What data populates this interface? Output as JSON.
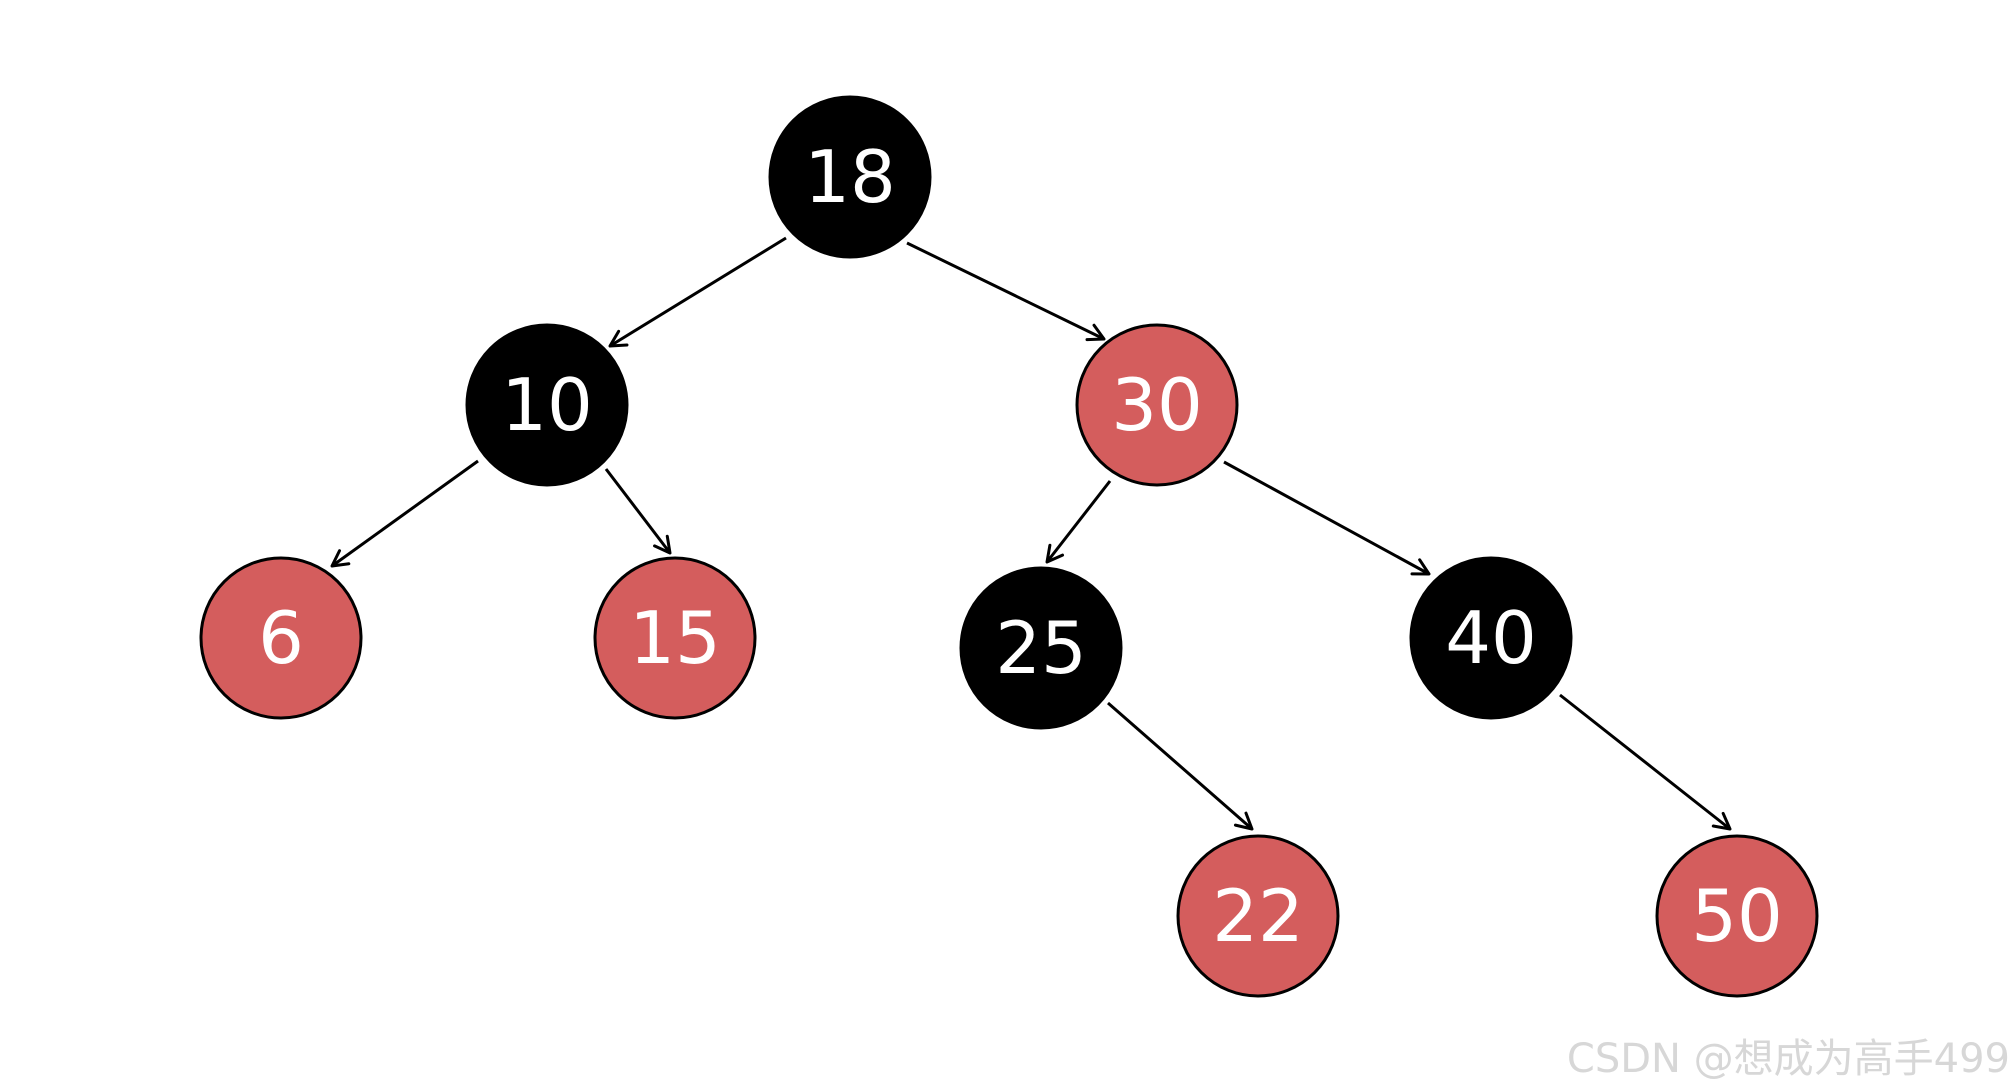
{
  "colors": {
    "black_node": "#000000",
    "red_node": "#d45d5d",
    "label": "#ffffff",
    "edge": "#000000",
    "watermark": "#d7d7d7"
  },
  "nodes": [
    {
      "id": "n18",
      "value": "18",
      "color": "black"
    },
    {
      "id": "n10",
      "value": "10",
      "color": "black"
    },
    {
      "id": "n30",
      "value": "30",
      "color": "red"
    },
    {
      "id": "n6",
      "value": "6",
      "color": "red"
    },
    {
      "id": "n15",
      "value": "15",
      "color": "red"
    },
    {
      "id": "n25",
      "value": "25",
      "color": "black"
    },
    {
      "id": "n40",
      "value": "40",
      "color": "black"
    },
    {
      "id": "n22",
      "value": "22",
      "color": "red"
    },
    {
      "id": "n50",
      "value": "50",
      "color": "red"
    }
  ],
  "edges": [
    {
      "from": "n18",
      "to": "n10"
    },
    {
      "from": "n18",
      "to": "n30"
    },
    {
      "from": "n10",
      "to": "n6"
    },
    {
      "from": "n10",
      "to": "n15"
    },
    {
      "from": "n30",
      "to": "n25"
    },
    {
      "from": "n30",
      "to": "n40"
    },
    {
      "from": "n25",
      "to": "n22"
    },
    {
      "from": "n40",
      "to": "n50"
    }
  ],
  "watermark": "CSDN @想成为高手499"
}
